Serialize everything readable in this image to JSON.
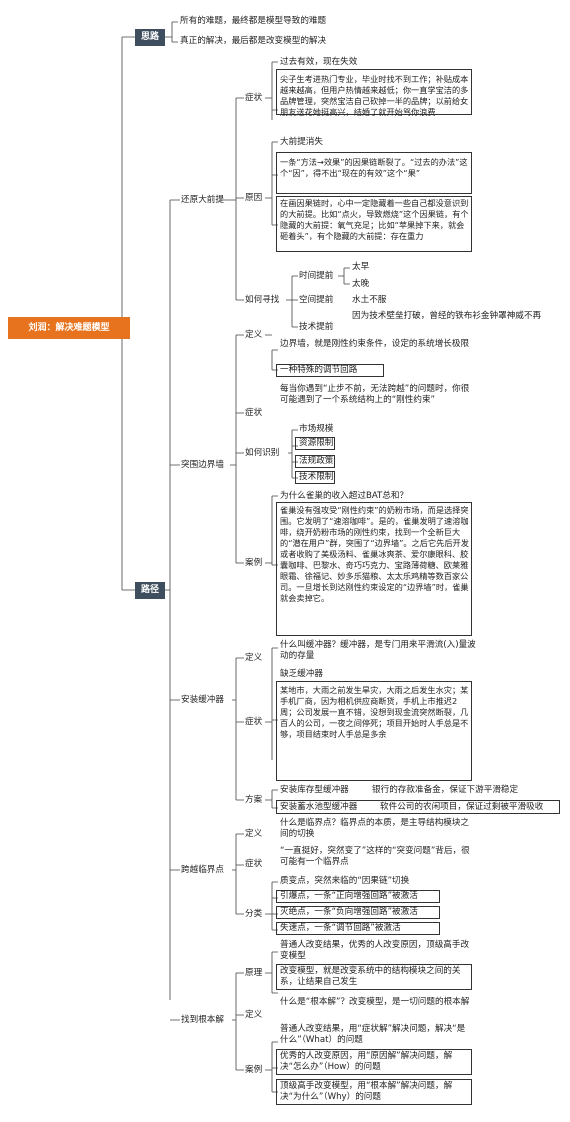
{
  "root": {
    "label": "刘润：解决难题模型"
  },
  "sections": [
    {
      "label": "思路",
      "items": [
        "所有的难题，最终都是模型导致的难题",
        "真正的解决，最后都是改变模型的解决"
      ]
    },
    {
      "label": "路径"
    }
  ],
  "huanyuan": {
    "label": "还原大前提",
    "zhengzhuang": {
      "label": "症状",
      "items": [
        "过去有效，现在失效",
        "尖子生考进热门专业，毕业时找不到工作；补贴成本越来越高，但用户热情越来越低；你一直学宝洁的多品牌管理，突然宝洁自己砍掉一半的品牌；以前给女朋友送花她挺高兴，结婚了就开始骂你浪费"
      ]
    },
    "yuanyin": {
      "label": "原因",
      "items": [
        "大前提消失",
        "一条“方法→效果”的因果链断裂了。“过去的办法”这个“因”，得不出“现在的有效”这个“果”",
        "在画因果链时，心中一定隐藏着一些自己都没意识到的大前提。比如“点火，导致燃烧”这个因果链，有个隐藏的大前提：氧气充足；比如“苹果掉下来，就会砸着头”，有个隐藏的大前提：存在重力"
      ]
    },
    "xunzhao": {
      "label": "如何寻找",
      "shijian": {
        "label": "时间提前",
        "items": [
          "太早",
          "太晚"
        ]
      },
      "kongjian": {
        "label": "空间提前",
        "value": "水土不服"
      },
      "jishu": {
        "label": "技术提前",
        "value": "因为技术壁垒打破，曾经的铁布衫金钟罩神威不再"
      }
    }
  },
  "tuwei": {
    "label": "突围边界墙",
    "dingyi": {
      "label": "定义",
      "items": [
        "边界墙，就是刚性约束条件，设定的系统增长极限",
        "一种特殊的调节回路"
      ]
    },
    "zhengzhuang": {
      "label": "症状",
      "value": "每当你遇到“止步不前，无法跨越”的问题时，你很可能遇到了一个系统结构上的“刚性约束”"
    },
    "shibie": {
      "label": "如何识别",
      "items": [
        "市场规模",
        "资源限制",
        "法规政策",
        "技术限制"
      ]
    },
    "anli": {
      "label": "案例",
      "q": "为什么雀巢的收入超过BAT总和？",
      "a": "雀巢没有强攻受“刚性约束”的奶粉市场，而是选择突围。它发明了“速溶咖啡”。是的，雀巢发明了速溶咖啡，绕开奶粉市场的刚性约束，找到一个全新巨大的“潜在用户”群，突围了“边界墙”。之后它先后开发或者收购了美极汤料、雀巢冰爽茶、爱尔康眼科、胶囊咖啡、巴黎水、奇巧巧克力、宝路薄荷糖、欧莱雅眼霜、徐福记、妙多乐猫粮、太太乐鸡精等数百家公司。一旦增长到达刚性约束设定的“边界墙”时，雀巢就会卖掉它。"
    }
  },
  "huanchong": {
    "label": "安装缓冲器",
    "dingyi": {
      "label": "定义",
      "value": "什么叫缓冲器？缓冲器，是专门用来平滑流(入)量波动的存量"
    },
    "zhengzhuang": {
      "label": "症状",
      "items": [
        "缺乏缓冲器",
        "某地市，大雨之前发生旱灾，大雨之后发生水灾；某手机厂商，因为相机供应商断货，手机上市推迟2周；公司发展一直不错，没想到现金流突然断裂，几百人的公司，一夜之间停死；项目开始时人手总是不够，项目结束时人手总是多余"
      ]
    },
    "fangan": {
      "label": "方案",
      "rows": [
        {
          "label": "安装库存型缓冲器",
          "value": "银行的存款准备金，保证下游平滑稳定"
        },
        {
          "label": "安装蓄水池型缓冲器",
          "value": "软件公司的农闲项目，保证过剩被平滑吸收"
        }
      ]
    }
  },
  "linjie": {
    "label": "跨越临界点",
    "dingyi": {
      "label": "定义",
      "value": "什么是临界点？临界点的本质，是主导结构模块之间的切换"
    },
    "zhengzhuang": {
      "label": "症状",
      "value": "“一直挺好，突然变了”这样的“突变问题”背后，很可能有一个临界点"
    },
    "fenlei": {
      "label": "分类",
      "items": [
        "质变点，突然来临的“因果链”切换",
        "引爆点，一条“正向增强回路”被激活",
        "灭绝点，一条“负向增强回路”被激活",
        "失速点，一条“调节回路”被激活"
      ]
    }
  },
  "genben": {
    "label": "找到根本解",
    "yuanli": {
      "label": "原理",
      "items": [
        "普通人改变结果，优秀的人改变原因，顶级高手改变模型",
        "改变模型，就是改变系统中的结构模块之间的关系，让结果自己发生"
      ]
    },
    "dingyi": {
      "label": "定义",
      "value": "什么是“根本解”？改变模型，是一切问题的根本解"
    },
    "anli": {
      "label": "案例",
      "items": [
        "普通人改变结果，用“症状解”解决问题，解决“是什么”（What）的问题",
        "优秀的人改变原因，用“原因解”解决问题，解决“怎么办”（How）的问题",
        "顶级高手改变模型，用“根本解”解决问题，解决“为什么”（Why）的问题"
      ]
    }
  }
}
